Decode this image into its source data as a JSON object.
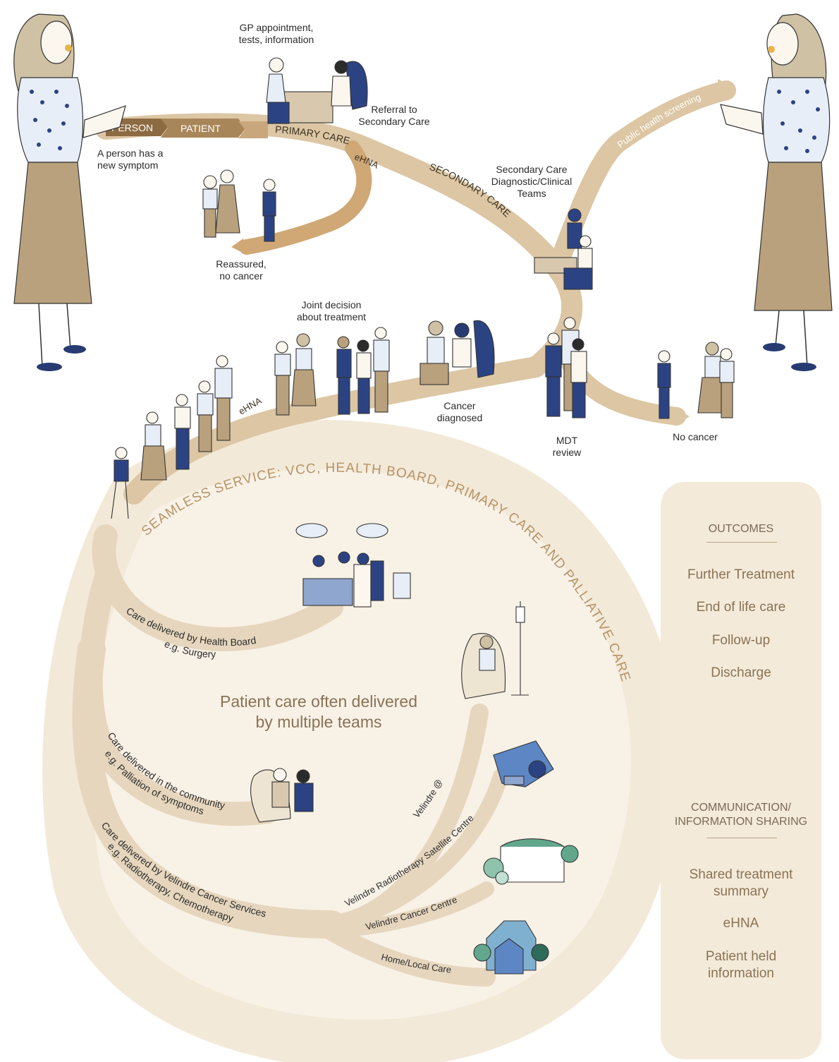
{
  "top": {
    "person_label": "PERSON",
    "patient_label": "PATIENT",
    "primary_care_label": "PRIMARY CARE",
    "secondary_care_label": "SECONDARY CARE",
    "ehna_upper": "eHNA",
    "ehna_lower": "eHNA",
    "public_health": "Public health screening",
    "new_symptom": "A person has a\nnew symptom",
    "gp_appointment": "GP appointment,\ntests, information",
    "referral": "Referral to\nSecondary Care",
    "reassured": "Reassured,\nno cancer",
    "secondary_teams": "Secondary Care\nDiagnostic/Clinical\nTeams",
    "joint_decision": "Joint decision\nabout treatment",
    "cancer_diagnosed": "Cancer\ndiagnosed",
    "mdt_review": "MDT\nreview",
    "no_cancer": "No cancer"
  },
  "seamless": {
    "arc_text": "SEAMLESS SERVICE: VCC, HEALTH BOARD, PRIMARY CARE AND PALLIATIVE CARE",
    "center_note": "Patient care often delivered\nby multiple teams",
    "health_board_1": "Care delivered by Health Board",
    "health_board_2": "e.g. Surgery",
    "community_1": "Care delivered in the community",
    "community_2": "e.g. Palliation of symptoms",
    "velindre_1": "Care delivered by Velindre Cancer Services",
    "velindre_2": "e.g. Radiotherapy, Chemotherapy",
    "branch_velindre_at": "Velindre @",
    "branch_satellite": "Velindre Radiotherapy Satellite Centre",
    "branch_centre": "Velindre Cancer Centre",
    "branch_home": "Home/Local Care"
  },
  "panel": {
    "outcomes_title": "OUTCOMES",
    "outcomes": [
      "Further Treatment",
      "End of life care",
      "Follow-up",
      "Discharge"
    ],
    "comm_title": "COMMUNICATION/\nINFORMATION SHARING",
    "comm_items": [
      "Shared treatment\nsummary",
      "eHNA",
      "Patient held\ninformation"
    ]
  },
  "colors": {
    "path_light": "#e6d6bd",
    "path_mid": "#d4b48a",
    "path_dark": "#9c7a4f",
    "navy": "#273b72",
    "skirt": "#b9a17d",
    "panel_bg": "#f4ead9"
  }
}
